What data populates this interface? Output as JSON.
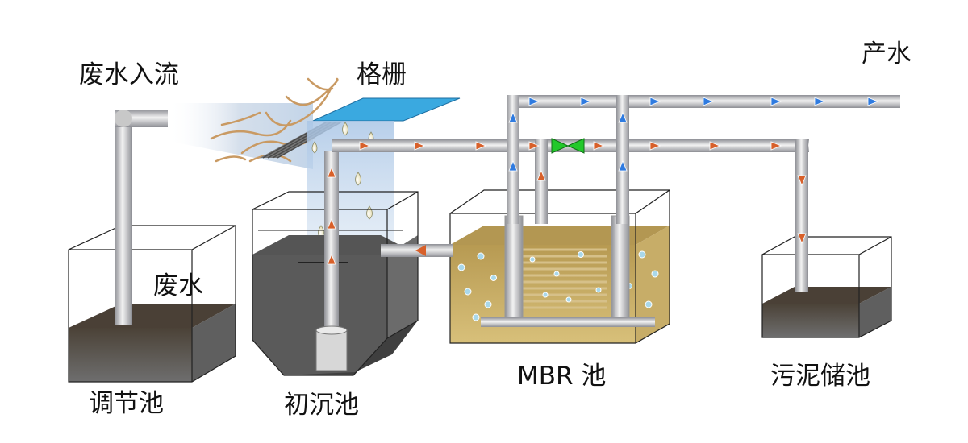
{
  "labels": {
    "wastewater_inflow": "废水入流",
    "screen": "格栅",
    "product_water": "产水",
    "wastewater": "废水",
    "equalization_tank": "调节池",
    "primary_settling_tank": "初沉池",
    "mbr_tank": "MBR 池",
    "sludge_storage_tank": "污泥储池"
  },
  "colors": {
    "pipe": "#a9aab0",
    "pipe_highlight": "#eeeeee",
    "arrow_blue": "#2f7be0",
    "arrow_orange": "#d8602a",
    "valve_green": "#22c82a",
    "sludge_brown": "#4a4036",
    "mbr_liquid": "#c4a85a",
    "screen_blue": "#3aa9e0"
  }
}
